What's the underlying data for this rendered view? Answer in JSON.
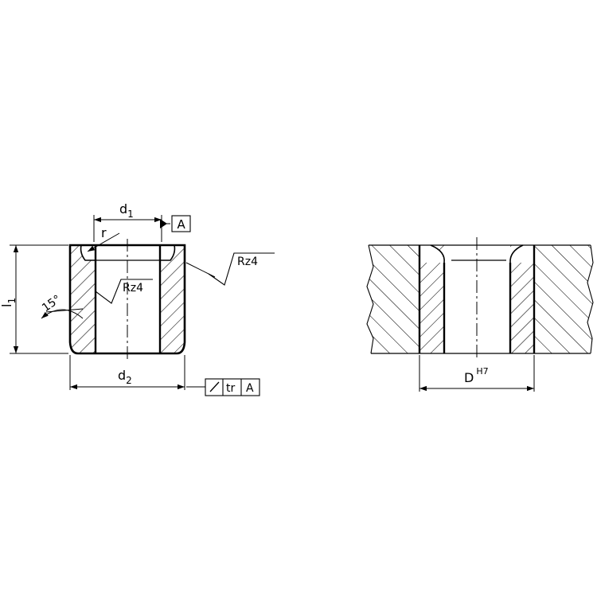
{
  "bushing": {
    "d1": {
      "base": "d",
      "sub": "1"
    },
    "d2": {
      "base": "d",
      "sub": "2"
    },
    "l1": {
      "base": "l",
      "sub": "1"
    },
    "radius": "r",
    "angle": "15°",
    "outer_roughness": "Rz4",
    "inner_roughness": "Rz4",
    "datum": "A",
    "runout": {
      "reference": "tr",
      "datum": "A"
    }
  },
  "bore": {
    "diameter": {
      "base": "D",
      "sup": "H7"
    }
  }
}
